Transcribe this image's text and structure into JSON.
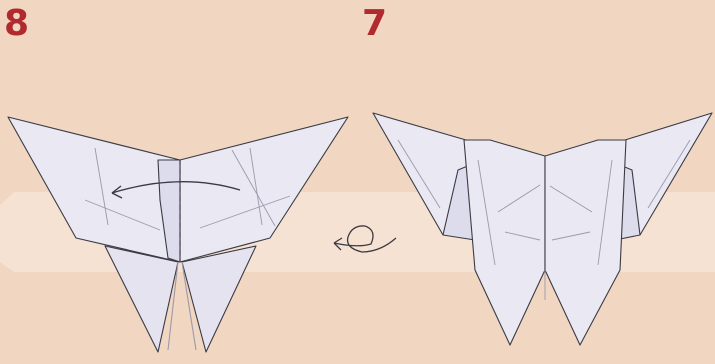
{
  "steps": [
    {
      "number": "8"
    },
    {
      "number": "7"
    }
  ],
  "colors": {
    "background": "#f1d6c2",
    "band": "#f6e2d2",
    "paper": "#e9e8f3",
    "paper_shade": "#dddcec",
    "outline": "#3b3b44",
    "crease": "#9a9aac",
    "step_number": "#b02a2e"
  },
  "icons": [
    "fold-arrow-icon",
    "turn-over-icon",
    "valley-fold-line"
  ]
}
